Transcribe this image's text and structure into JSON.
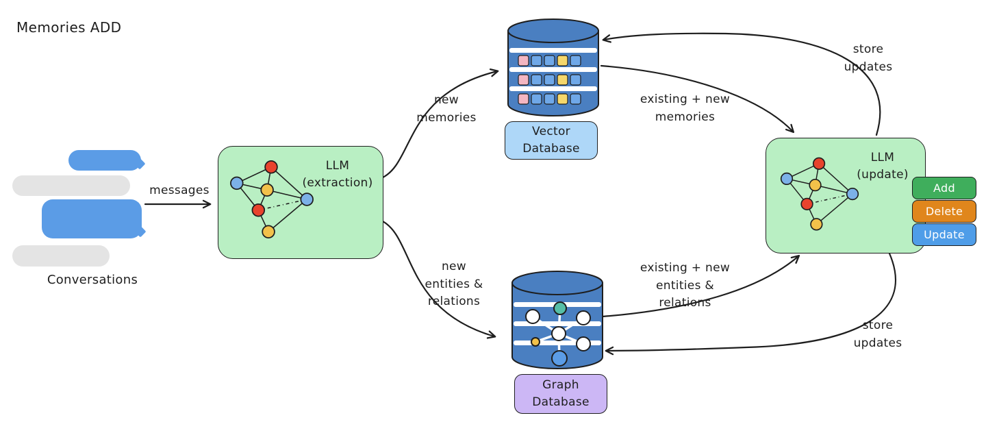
{
  "title": "Memories ADD",
  "conversations": {
    "label": "Conversations"
  },
  "nodes": {
    "llm_extraction": "LLM\n(extraction)",
    "llm_update": "LLM\n(update)",
    "vector_db": "Vector\nDatabase",
    "graph_db": "Graph\nDatabase"
  },
  "actions": {
    "add": "Add",
    "delete": "Delete",
    "update": "Update"
  },
  "edges": {
    "messages": "messages",
    "new_memories": "new\nmemories",
    "new_entities_relations": "new\nentities &\nrelations",
    "existing_new_memories": "existing + new\nmemories",
    "existing_new_entities_relations": "existing + new\nentities &\nrelations",
    "store_updates_top": "store\nupdates",
    "store_updates_bottom": "store\nupdates"
  },
  "colors": {
    "stroke": "#1e1e1e",
    "llm_box_bg": "#b9efc3",
    "vector_badge_bg": "#aed7f8",
    "graph_badge_bg": "#ccb7f5",
    "cylinder_blue": "#4a7fc1",
    "bubble_blue": "#5b9ce6",
    "bubble_gray": "#e4e4e4",
    "action_add_bg": "#3fae5c",
    "action_delete_bg": "#e0861c",
    "action_update_bg": "#4f9de8",
    "node_red": "#e8432d",
    "node_blue": "#7cb1e8",
    "node_yellow": "#f2c14a",
    "square_pink": "#f3b6c2",
    "square_blue": "#6fa8e8",
    "square_yellow": "#f5d76b",
    "molecule_teal": "#56bfa7"
  }
}
